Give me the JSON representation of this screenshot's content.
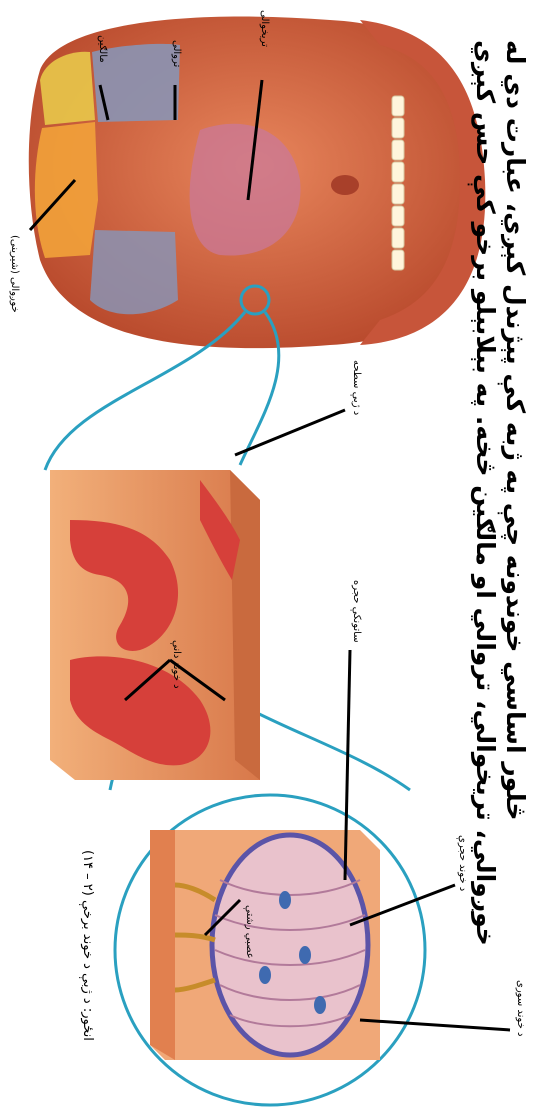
{
  "heading": {
    "line1": "څلور اساسي خوندونه چې په ژبه کې پېژندل کېږي، عبارت دي له",
    "line2": "خوږوالي، تریخوالي، تروالي او مالګين څخه. په بېلابېلو برخو کې حس کېږي"
  },
  "labels": {
    "tongue_tip_sweet": "خوږوالی (شیرینی)",
    "salty": "مالګین",
    "sour": "تروالی",
    "bitter": "تریخوالی",
    "papilla_surface": "د ژبې سطحه",
    "taste_bud_location": "د خوند دانې",
    "supporting_cell": "ساتونکې حجره",
    "nerve_fiber": "عصبي رشتې",
    "taste_cell": "د خوند حجرې",
    "taste_pore": "د خوند سوری"
  },
  "caption": "(۱۴ – ۲) انځور: د ژبې د خوند برخې",
  "colors": {
    "connector": "#2aa0c0",
    "tongue": "#d8704a",
    "tissue": "#e68a5a",
    "sweet_zone": "#f2a23a",
    "salty_zone": "#e8c84a",
    "sour_zone": "#8a93b4",
    "bitter_zone": "#c97898"
  }
}
